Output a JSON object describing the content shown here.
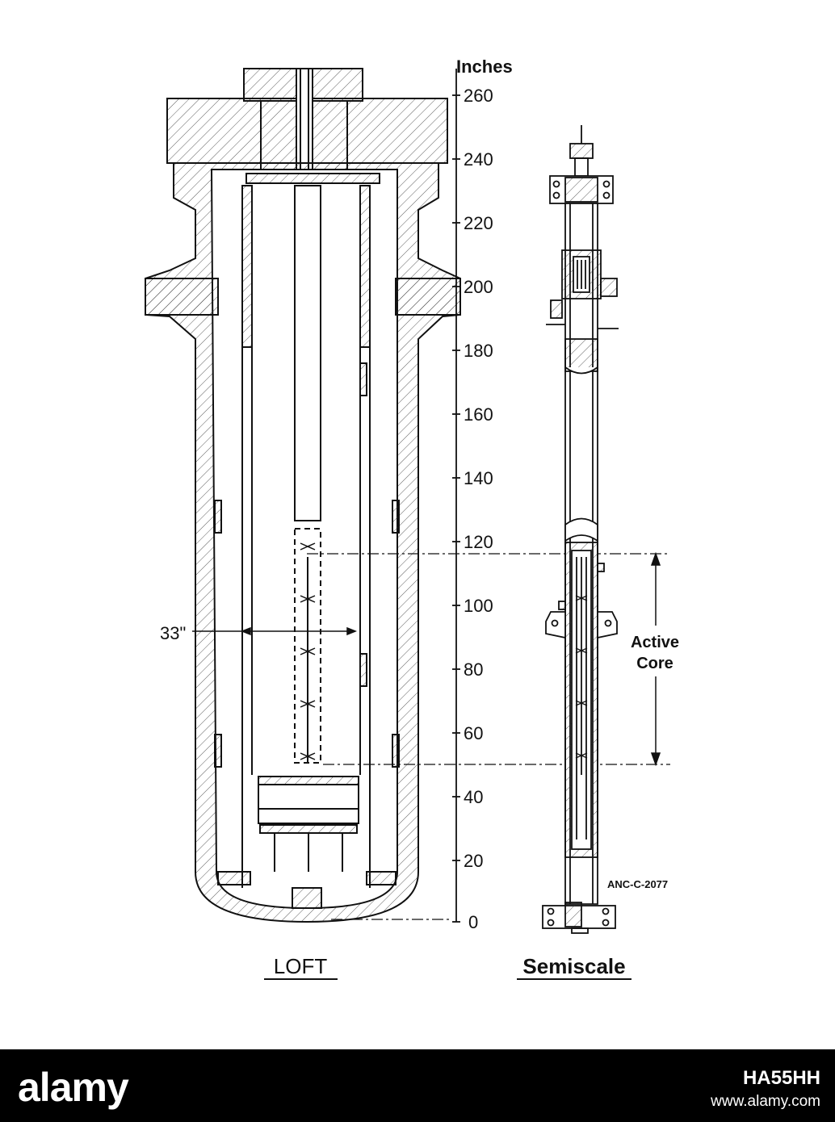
{
  "scale": {
    "unit_label": "Inches",
    "ticks": [
      "260",
      "240",
      "220",
      "200",
      "180",
      "160",
      "140",
      "120",
      "100",
      "80",
      "60",
      "40",
      "20",
      "0"
    ]
  },
  "labels": {
    "loft": "LOFT",
    "semiscale": "Semiscale",
    "diameter": "33\"",
    "active_core_line1": "Active",
    "active_core_line2": "Core",
    "drawing_id": "ANC-C-2077"
  },
  "watermark": {
    "brand": "alamy",
    "image_id": "HA55HH",
    "url": "www.alamy.com"
  },
  "colors": {
    "ink": "#111111",
    "paper": "#ffffff",
    "watermark_bg": "#000000"
  }
}
